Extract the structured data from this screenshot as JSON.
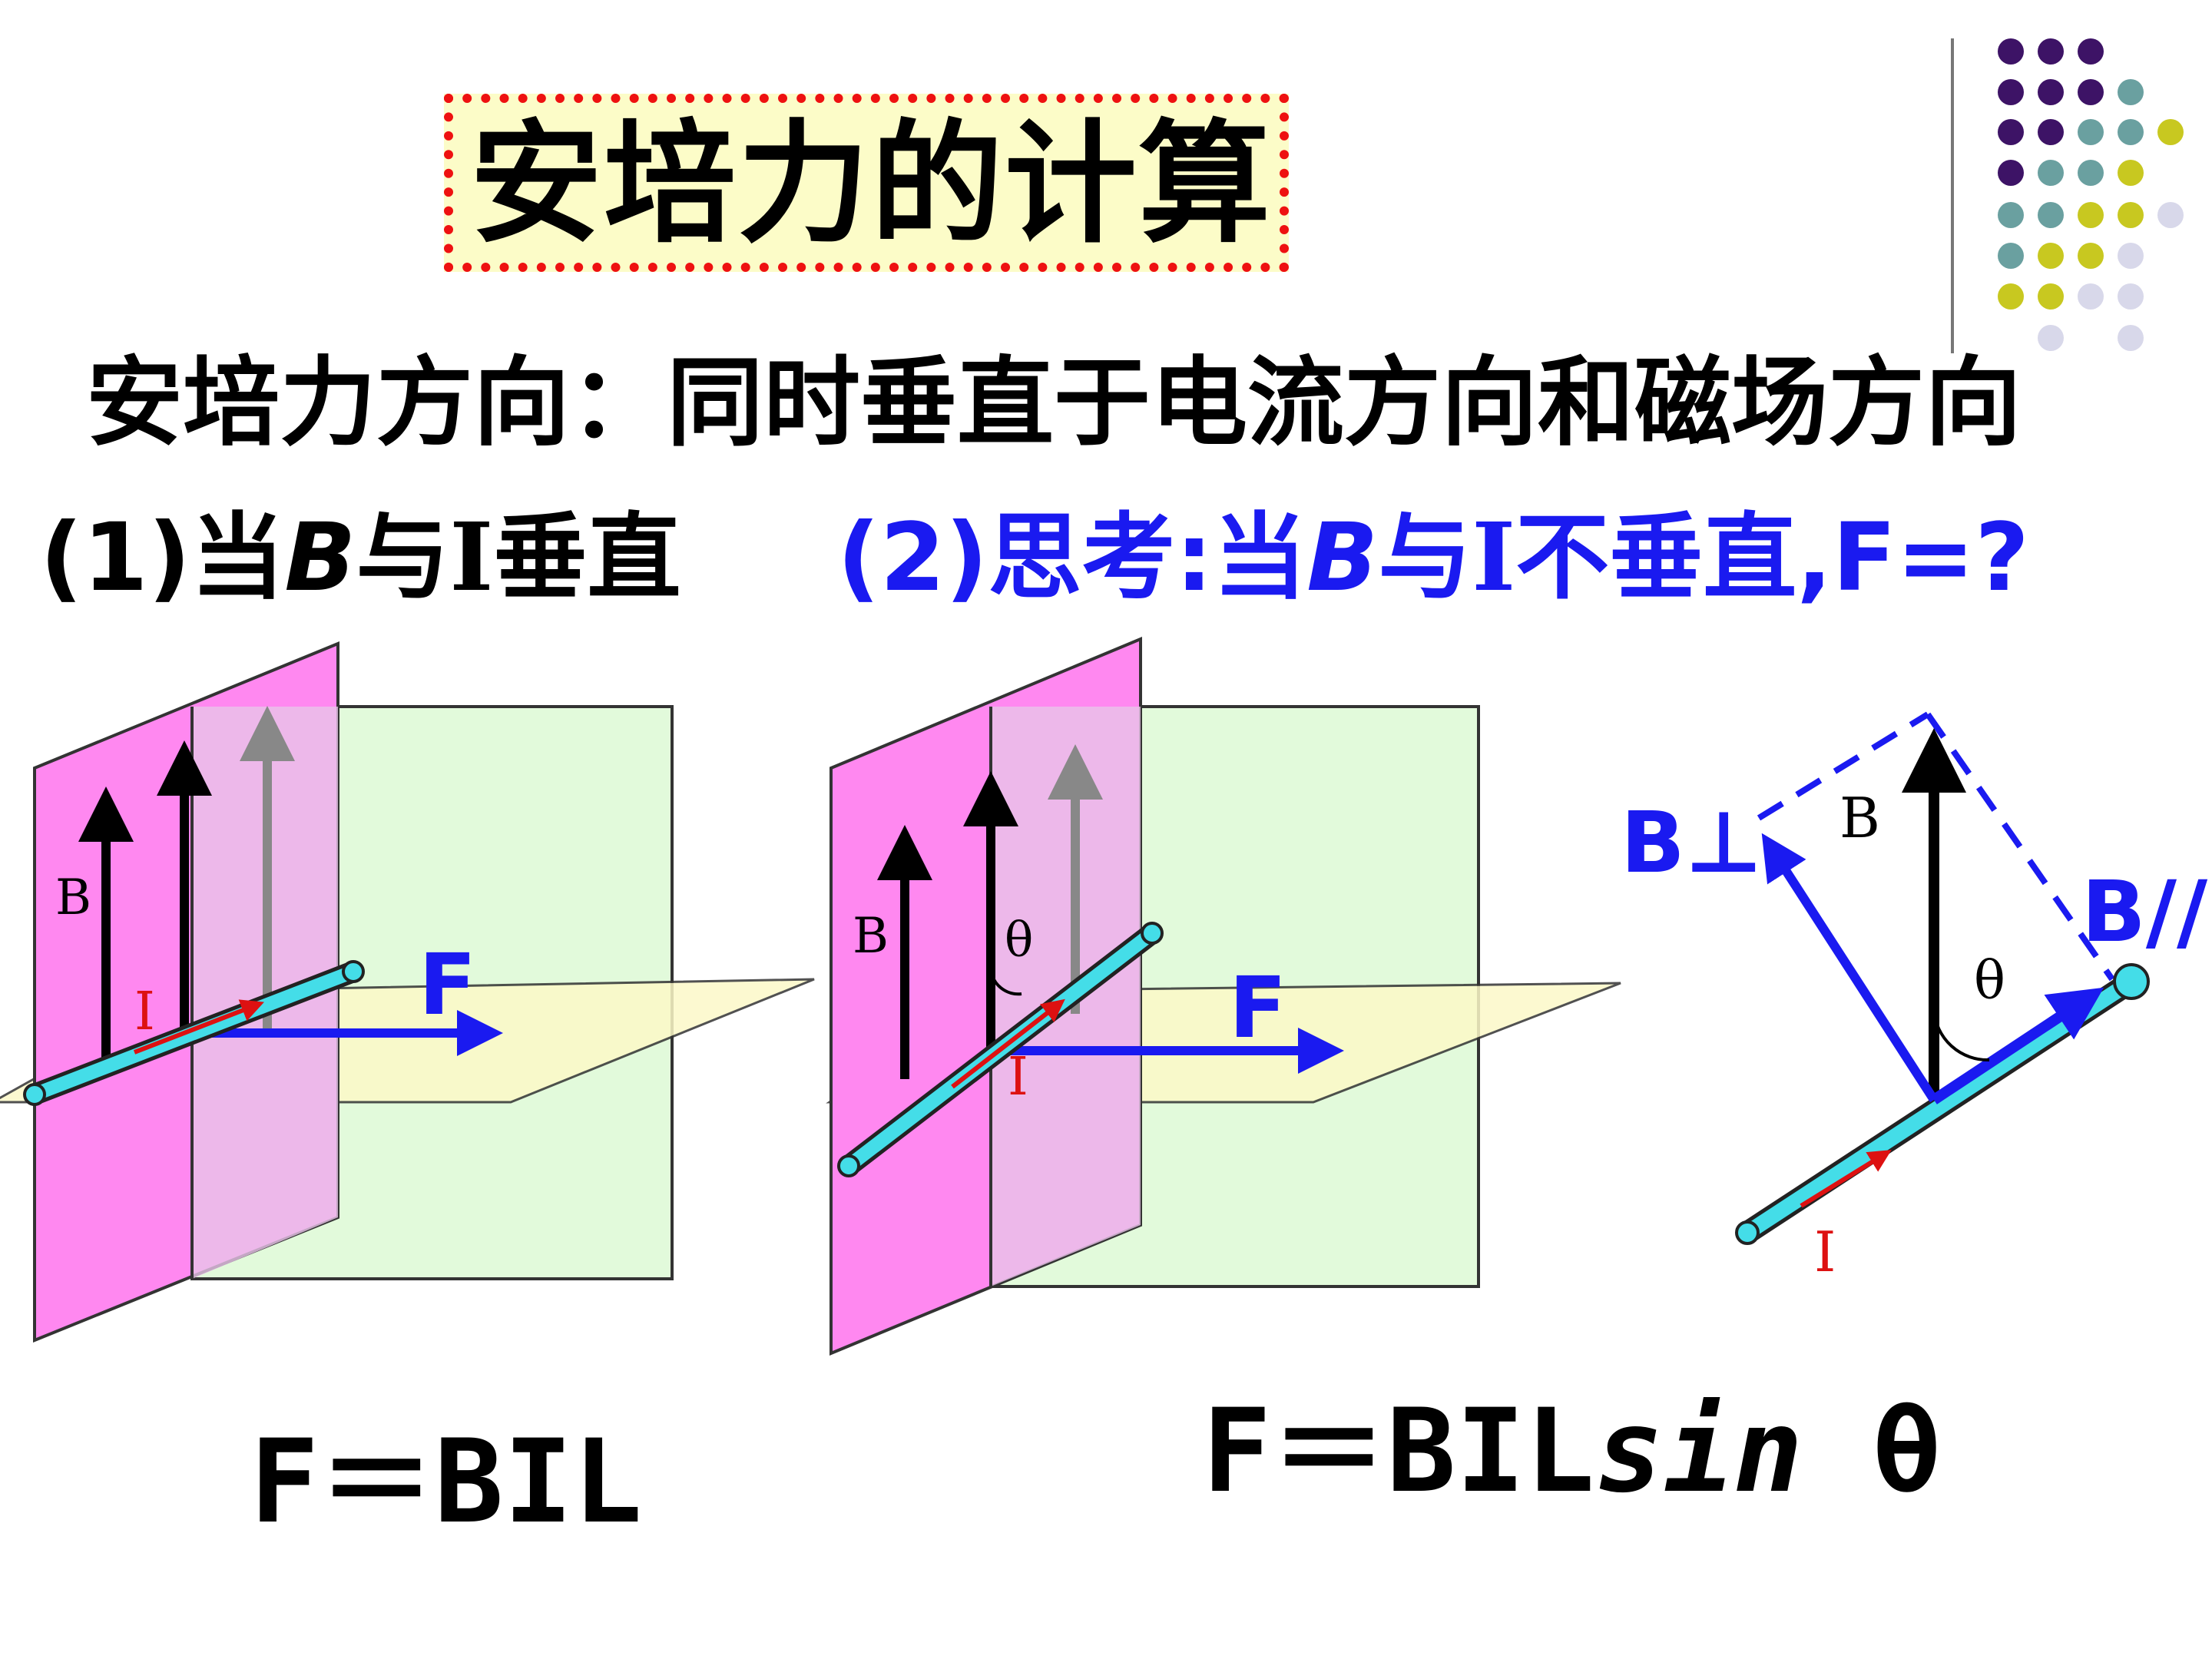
{
  "title": "安培力的计算",
  "subtitle": "安培力方向：同时垂直于电流方向和磁场方向",
  "case1": {
    "prefix": "(1)当",
    "b": "B",
    "mid": "与",
    "i": "I",
    "suffix": "垂直"
  },
  "case2": {
    "prefix": "(2)思考:当",
    "b": "B",
    "mid": "与",
    "i": "I",
    "suffix": "不垂直,F=?"
  },
  "diagram1": {
    "b_label": "B",
    "i_label": "I",
    "f_label": "F"
  },
  "diagram2": {
    "b_label": "B",
    "theta_label": "θ",
    "i_label": "I",
    "f_label": "F"
  },
  "diagram3": {
    "b_label": "B",
    "b_perp_label": "B⊥",
    "b_par_label": "B//",
    "theta_label": "θ",
    "i_label": "I"
  },
  "formula1": "F＝BIL",
  "formula2": {
    "main": "F＝BIL",
    "sin": "sin",
    "theta": " θ"
  },
  "colors": {
    "title_border": "#ee1111",
    "title_bg": "#fcfcc8",
    "blue_text": "#1a1af0",
    "pink_plane": "#ff88f0",
    "green_plane": "#e2fadb",
    "yellow_plane": "#fcf9c8",
    "wire": "#44dde8",
    "current_arrow": "#dd1111",
    "force_arrow": "#1a1af0",
    "dot_purple": "#3d1366",
    "dot_teal": "#6aa0a0",
    "dot_olive": "#c8c820",
    "dot_lavender": "#d8d8ea"
  }
}
